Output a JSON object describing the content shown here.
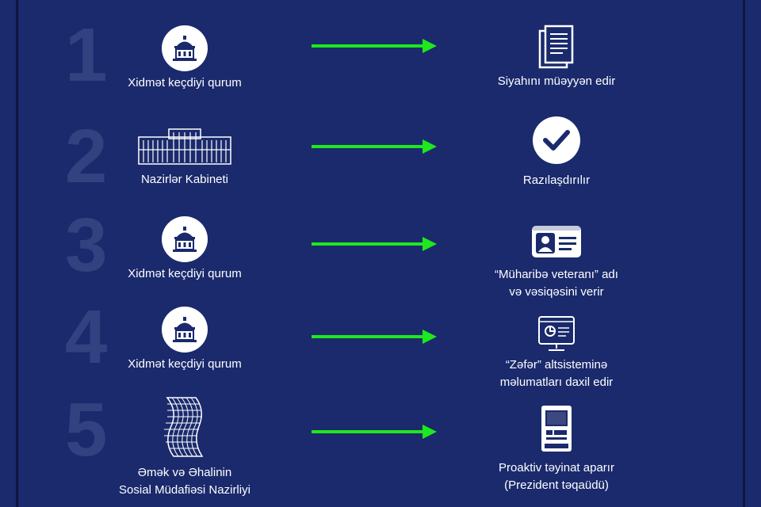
{
  "colors": {
    "background": "#1a2a6c",
    "arrow": "#1ee81e",
    "step_number": "#3b4b88",
    "text": "#ffffff",
    "frame": "#0d1640"
  },
  "steps": [
    {
      "number": "1",
      "actor": "Xidmət keçdiyi qurum",
      "actor_icon": "building-icon",
      "action": [
        "Siyahını müəyyən edir"
      ],
      "action_icon": "document-icon"
    },
    {
      "number": "2",
      "actor": "Nazirlər Kabineti",
      "actor_icon": "government-building-icon",
      "action": [
        "Razılaşdırılır"
      ],
      "action_icon": "checkmark-icon"
    },
    {
      "number": "3",
      "actor": "Xidmət keçdiyi qurum",
      "actor_icon": "building-icon",
      "action": [
        "“Müharibə veteranı” adı",
        "və vəsiqəsini verir"
      ],
      "action_icon": "id-card-icon"
    },
    {
      "number": "4",
      "actor": "Xidmət keçdiyi qurum",
      "actor_icon": "building-icon",
      "action": [
        "“Zəfər” altsisteminə",
        "məlumatları daxil edir"
      ],
      "action_icon": "computer-icon"
    },
    {
      "number": "5",
      "actor": [
        "Əmək və Əhalinin",
        "Sosial Müdafiəsi Nazirliyi"
      ],
      "actor_icon": "skyscraper-icon",
      "action": [
        "Proaktiv təyinat aparır",
        "(Prezident təqaüdü)"
      ],
      "action_icon": "atm-icon"
    }
  ]
}
